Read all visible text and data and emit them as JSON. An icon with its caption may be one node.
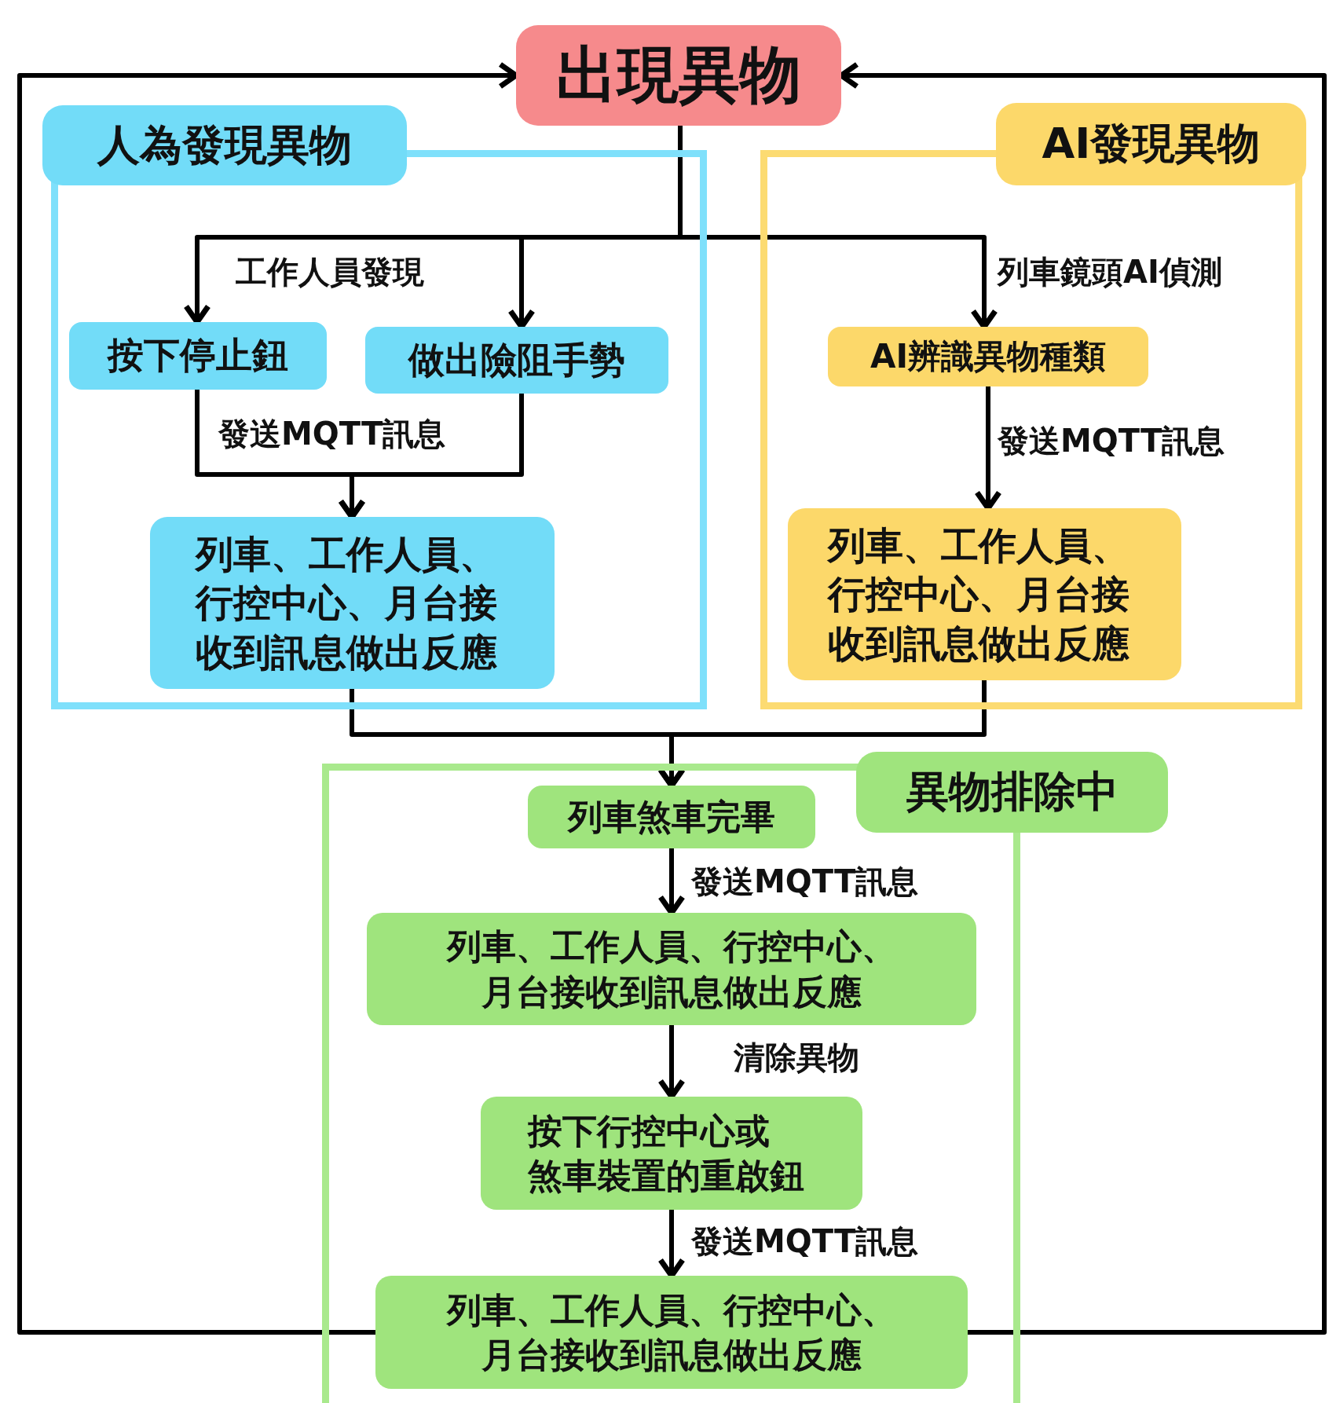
{
  "diagram": {
    "nodes": [
      {
        "text": [
          "出現異物"
        ]
      },
      {
        "text": [
          "人為發現異物"
        ]
      },
      {
        "text": [
          "按下停止鈕"
        ],
        "in": 1
      },
      {
        "text": [
          "做出險阻手勢"
        ],
        "in": 1
      },
      {
        "text": [
          "列車、工作人員、行控中心、月台接收到訊息做出反應"
        ],
        "in": 1
      },
      {
        "text": [
          "AI發現異物"
        ]
      },
      {
        "text": [
          "AI辨識異物種類"
        ],
        "in": 5
      },
      {
        "text": [
          "列車、工作人員、行控中心、月台接收到訊息做出反應"
        ],
        "in": 5
      },
      {
        "text": [
          "異物排除中"
        ]
      },
      {
        "text": [
          "列車煞車完畢"
        ],
        "in": 8
      },
      {
        "text": [
          "列車、工作人員、行控中心、月台接收到訊息做出反應"
        ],
        "in": 8
      },
      {
        "text": [
          "按下行控中心或煞車裝置的重啟鈕"
        ],
        "in": 8
      },
      {
        "text": [
          "列車、工作人員、行控中心、月台接收到訊息做出反應"
        ],
        "in": 8
      }
    ],
    "edges": [
      {
        "from": 0,
        "to": 2,
        "arrow": "to",
        "label": "工作人員發現"
      },
      {
        "from": 0,
        "to": 3,
        "arrow": "to"
      },
      {
        "from": 0,
        "to": 6,
        "arrow": "to",
        "label": "列車鏡頭AI偵測"
      },
      {
        "from": 2,
        "to": 4,
        "arrow": "to",
        "label": "發送MQTT訊息"
      },
      {
        "from": 3,
        "to": 4,
        "arrow": "to"
      },
      {
        "from": 6,
        "to": 7,
        "arrow": "to",
        "label": "發送MQTT訊息"
      },
      {
        "from": 4,
        "to": 9,
        "arrow": "to"
      },
      {
        "from": 7,
        "to": 9,
        "arrow": "to"
      },
      {
        "from": 9,
        "to": 10,
        "arrow": "to",
        "label": "發送MQTT訊息"
      },
      {
        "from": 10,
        "to": 11,
        "arrow": "to",
        "label": "清除異物"
      },
      {
        "from": 11,
        "to": 12,
        "arrow": "to",
        "label": "發送MQTT訊息"
      },
      {
        "from": 12,
        "to": 0,
        "arrow": "to"
      },
      {
        "from": 12,
        "to": 0,
        "arrow": "to"
      }
    ]
  }
}
